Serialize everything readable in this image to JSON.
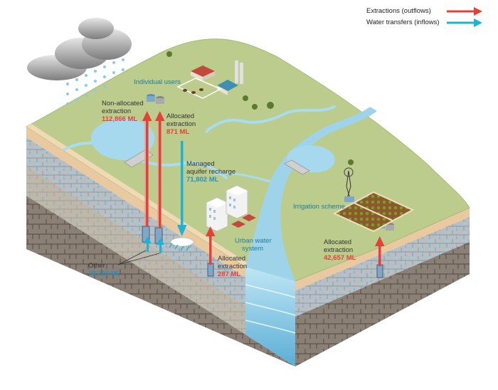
{
  "legend": {
    "extractions": {
      "label": "Extractions (outflows)",
      "color": "#e2423a"
    },
    "transfers": {
      "label": "Water transfers (inflows)",
      "color": "#1eb3d6"
    }
  },
  "labels": {
    "individual_users": "Individual users",
    "non_allocated": {
      "line1": "Non-allocated",
      "line2": "extraction",
      "value": "112,866 ML"
    },
    "allocated_a": {
      "line1": "Allocated",
      "line2": "extraction",
      "value": "871 ML"
    },
    "managed_recharge": {
      "line1": "Managed",
      "line2": "aquifer recharge",
      "value": "71,802 ML"
    },
    "other": {
      "line1": "Other",
      "value": "70,226 ML"
    },
    "urban": {
      "line1": "Urban water",
      "line2": "system"
    },
    "allocated_b": {
      "line1": "Allocated",
      "line2": "extraction",
      "value": "287 ML"
    },
    "irrigation": "Irrigation scheme",
    "allocated_c": {
      "line1": "Allocated",
      "line2": "extraction",
      "value": "42,657 ML"
    }
  },
  "colors": {
    "extraction_value": "#e2423a",
    "transfer_value": "#2a8fc0",
    "label_teal": "#1b7f9c",
    "land": "#b8c98a",
    "soil": "#e7c9a0",
    "rock": "#7a7066",
    "water": "#8ccbe6"
  }
}
